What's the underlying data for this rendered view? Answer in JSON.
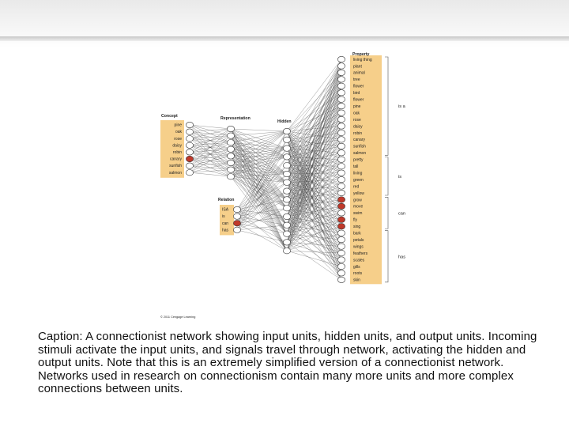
{
  "figure": {
    "concept_title": "Concept",
    "concepts": [
      "pine",
      "oak",
      "rose",
      "daisy",
      "robin",
      "canary",
      "sunfish",
      "salmon"
    ],
    "active_concept": "canary",
    "representation_title": "Representation",
    "hidden_title": "Hidden",
    "relation_title": "Relation",
    "relations": [
      "ISA",
      "is",
      "can",
      "has"
    ],
    "active_relation": "can",
    "property_title": "Property",
    "properties": [
      "living thing",
      "plant",
      "animal",
      "tree",
      "flower",
      "bird",
      "flower",
      "pine",
      "oak",
      "rose",
      "daisy",
      "robin",
      "canary",
      "sunfish",
      "salmon",
      "pretty",
      "tall",
      "living",
      "green",
      "red",
      "yellow",
      "grow",
      "move",
      "swim",
      "fly",
      "sing",
      "bark",
      "petals",
      "wings",
      "feathers",
      "scales",
      "gills",
      "roots",
      "skin"
    ],
    "active_properties": [
      "grow",
      "move",
      "fly",
      "sing"
    ],
    "groups": [
      {
        "label": "is a",
        "start": 0,
        "end": 14
      },
      {
        "label": "is",
        "start": 15,
        "end": 20
      },
      {
        "label": "can",
        "start": 21,
        "end": 25
      },
      {
        "label": "has",
        "start": 26,
        "end": 33
      }
    ],
    "copyright": "© 2011 Cengage Learning",
    "colors": {
      "label_bg": "#f6cf8a",
      "active": "#c0392b",
      "line": "#333333"
    }
  },
  "caption": "Caption: A connectionist network showing input units, hidden units, and output units. Incoming stimuli activate the input units, and signals travel through network, activating the hidden and output units. Note that this is an extremely simplified version of a connectionist network. Networks used in research on connectionism contain many more units and more complex connections between units."
}
